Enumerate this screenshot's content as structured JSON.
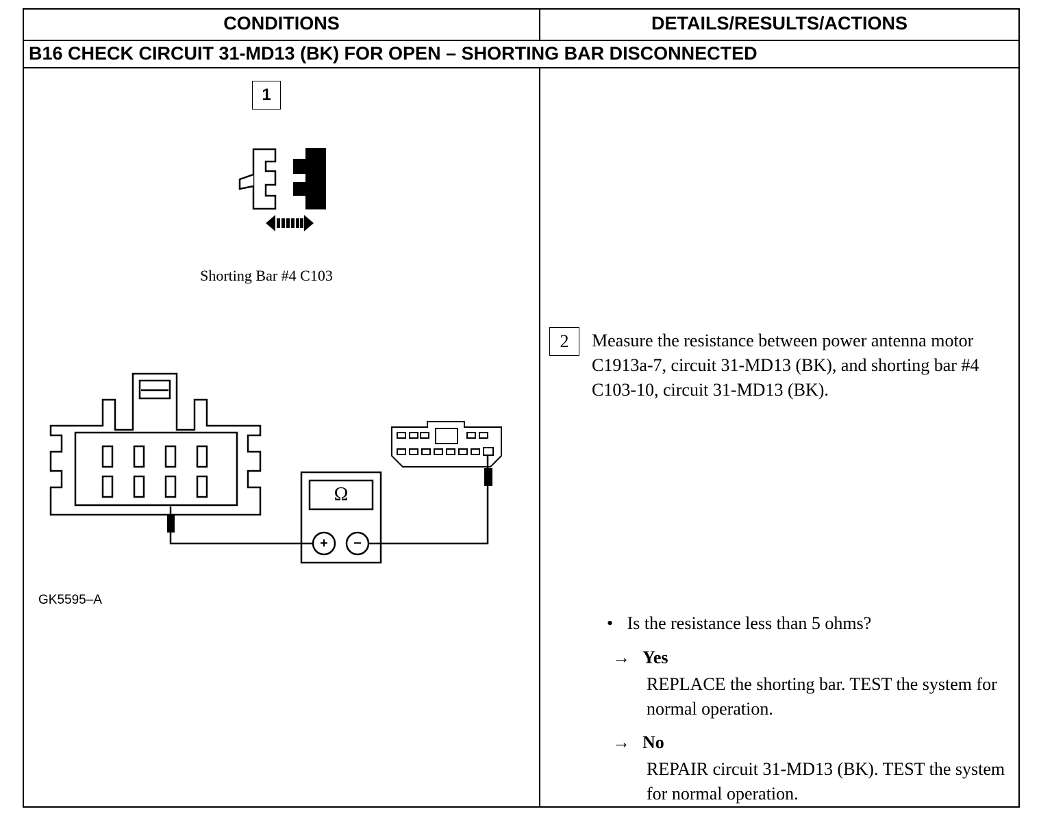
{
  "header": {
    "conditions": "CONDITIONS",
    "details": "DETAILS/RESULTS/ACTIONS"
  },
  "section_title": "B16 CHECK CIRCUIT 31-MD13 (BK) FOR OPEN – SHORTING BAR DISCONNECTED",
  "step1": {
    "number": "1",
    "caption": "Shorting Bar #4 C103"
  },
  "figure": {
    "meter_symbol": "Ω",
    "plus_symbol": "+",
    "minus_symbol": "−",
    "figure_id": "GK5595–A"
  },
  "step2": {
    "number": "2",
    "text": "Measure the resistance between power antenna motor C1913a-7, circuit 31-MD13 (BK), and shorting bar #4 C103-10, circuit 31-MD13 (BK)."
  },
  "question": {
    "bullet": "•",
    "text": "Is the resistance less than 5 ohms?"
  },
  "answers": [
    {
      "arrow": "→",
      "label": "Yes",
      "text": "REPLACE the shorting bar. TEST the system for normal operation."
    },
    {
      "arrow": "→",
      "label": "No",
      "text": "REPAIR circuit 31-MD13 (BK). TEST the system for normal operation."
    }
  ]
}
